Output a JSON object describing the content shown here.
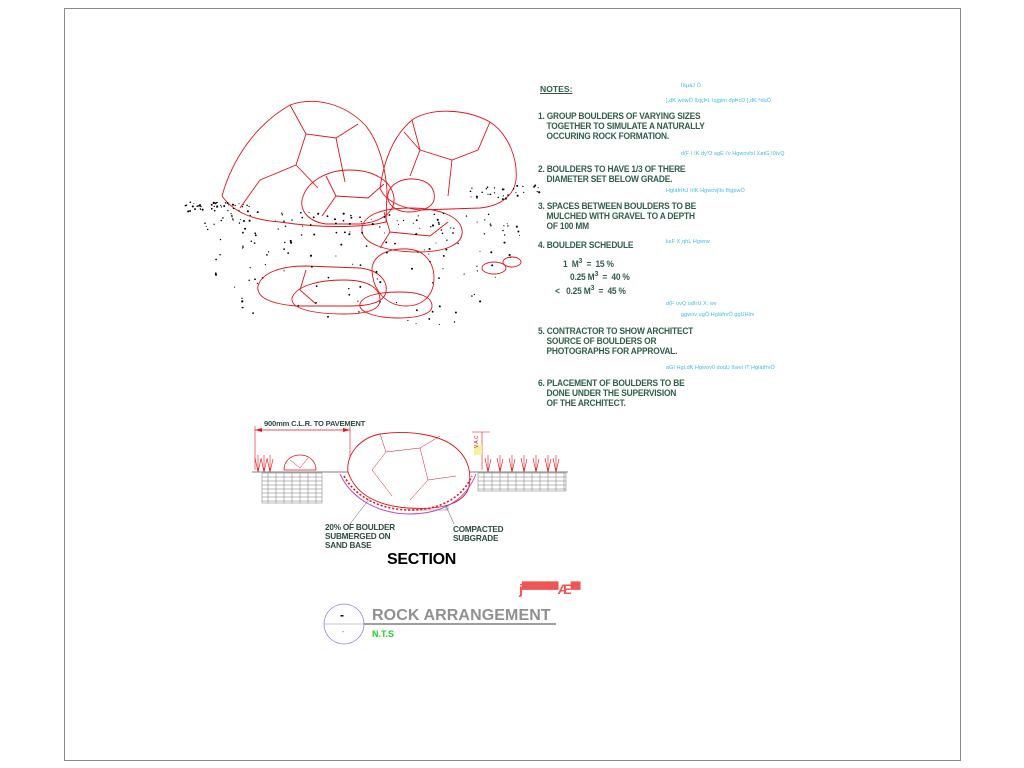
{
  "notes": {
    "heading": "NOTES:",
    "items": [
      {
        "lines": [
          "1. GROUP BOULDERS OF VARYING SIZES",
          "    TOGETHER TO SIMULATE A NATURALLY",
          "    OCCURING ROCK FORMATION."
        ]
      },
      {
        "lines": [
          "2. BOULDERS TO HAVE 1/3 OF THERE",
          "    DIAMETER SET BELOW GRADE."
        ]
      },
      {
        "lines": [
          "3. SPACES BETWEEN BOULDERS TO BE",
          "    MULCHED WITH GRAVEL TO A DEPTH",
          "    OF 100 MM"
        ]
      },
      {
        "lines": [
          "4. BOULDER SCHEDULE"
        ]
      },
      {
        "lines": [
          "5. CONTRACTOR TO SHOW ARCHITECT",
          "    SOURCE OF BOULDERS OR",
          "    PHOTOGRAPHS FOR APPROVAL."
        ]
      },
      {
        "lines": [
          "6. PLACEMENT OF BOULDERS TO BE",
          "    DONE UNDER THE SUPERVISION",
          "    OF THE ARCHITECT."
        ]
      }
    ],
    "schedule": [
      {
        "prefix": "",
        "size": "1",
        "unit": "M",
        "sup": "3",
        "eq": "=",
        "pct": "15 %"
      },
      {
        "prefix": "",
        "size": "0.25",
        "unit": "M",
        "sup": "3",
        "eq": "=",
        "pct": "40 %"
      },
      {
        "prefix": "<",
        "size": "0.25",
        "unit": "M",
        "sup": "3",
        "eq": "=",
        "pct": "45 %"
      }
    ]
  },
  "cyan_text": [
    "ÏßµàJ Ö",
    "],dK wowÖ ßqçÞL Iqjgim dpÞcD ],dK ªduÖ",
    "d(F I IK dy'O agE i'v Hgwovfxl XøtG I0ìvQ",
    "HgläfrIhJ IrlK Hgwovjllo fhgpwÖ",
    "ksF X¸qhL Hgwrw",
    "d(F uvQ udIrU X, wv",
    "ggwov ugÖ HgläfrvÖ ggUHlm",
    "aGI Hgl,dK Hgwov0 doqU ßwvl IT HglätfrvÖ"
  ],
  "section": {
    "pavement_label": "900mm C.L.R. TO PAVEMENT",
    "vertical_label": "V.A.C",
    "submerged_label": [
      "20% OF BOULDER",
      "SUBMERGED ON",
      "SAND BASE"
    ],
    "compacted_label": [
      "COMPACTED",
      "SUBGRADE"
    ],
    "title": "SECTION"
  },
  "title_block": {
    "drawing_number": "-",
    "sheet_number": "-",
    "title": "ROCK ARRANGEMENT",
    "scale": "N.T.S",
    "stamp_text": "j▀▀▀▀Æ▀"
  },
  "colors": {
    "rock_outline": "#e0141b",
    "note_text": "#2f5f4a",
    "annotation_cyan": "#3fb8e6",
    "scale_green": "#1fd12a",
    "title_gray": "#909090",
    "circle_blue": "#8888dd",
    "dimension_line": "#e0141b"
  }
}
